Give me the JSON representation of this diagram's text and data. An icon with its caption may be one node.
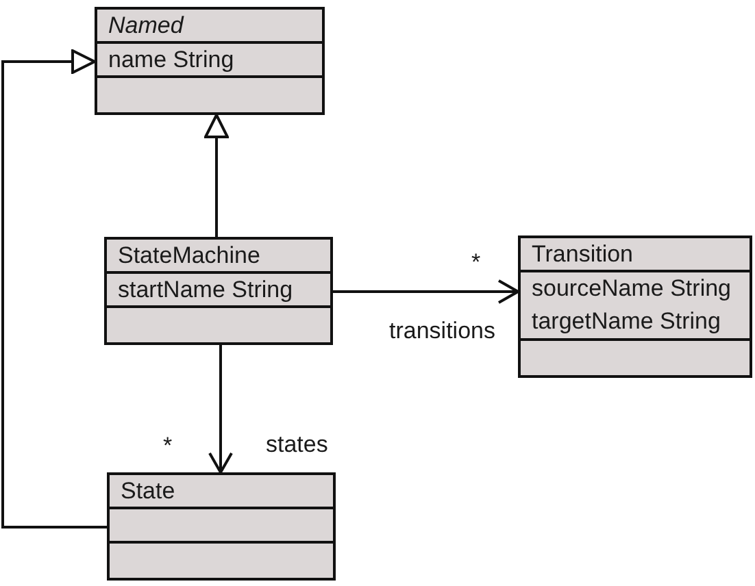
{
  "diagram": {
    "nodes": [
      {
        "text": [
          "Named",
          "name String"
        ]
      },
      {
        "text": [
          "StateMachine",
          "startName String"
        ]
      },
      {
        "text": [
          "Transition",
          "sourceName String",
          "targetName String"
        ]
      },
      {
        "text": [
          "State"
        ]
      }
    ],
    "edges": [
      {
        "from": 1,
        "to": 0,
        "arrow": "to"
      },
      {
        "from": 3,
        "to": 0,
        "arrow": "to"
      },
      {
        "from": 1,
        "to": 2,
        "arrow": "to",
        "label": "transitions"
      },
      {
        "from": 1,
        "to": 3,
        "arrow": "to",
        "label": "states"
      }
    ],
    "labels": [
      "*",
      "*"
    ]
  }
}
